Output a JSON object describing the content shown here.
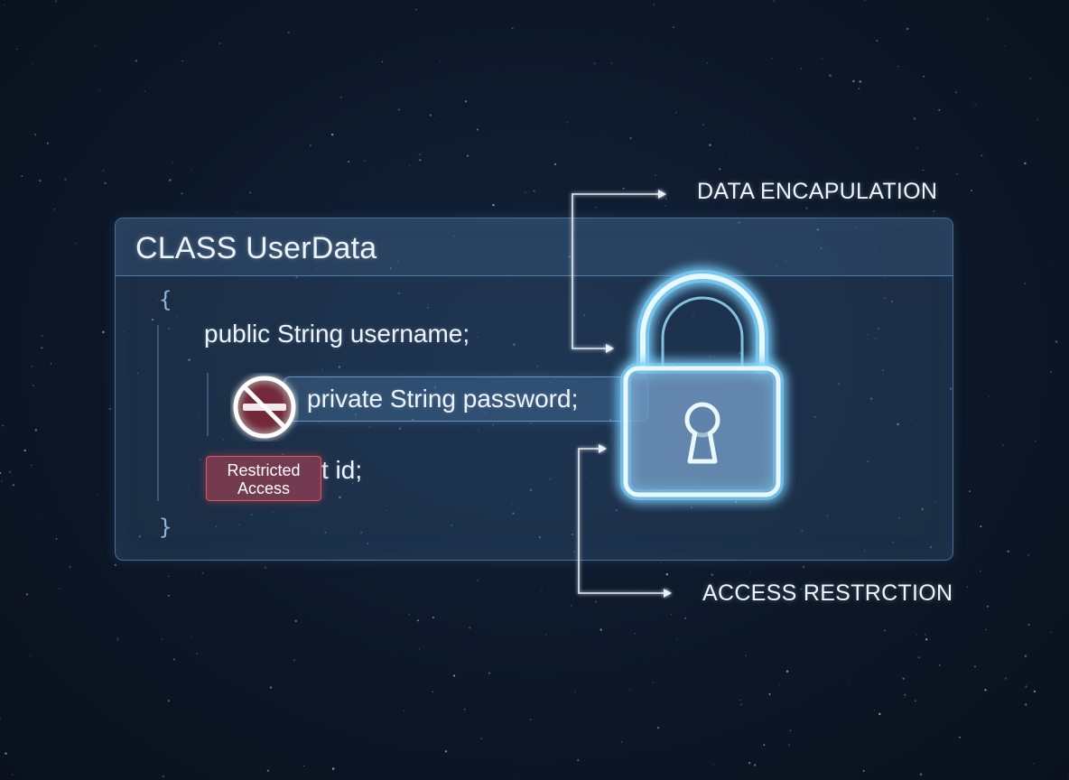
{
  "panel": {
    "title": "CLASS UserData",
    "open_brace": "{",
    "close_brace": "}",
    "lines": {
      "public_field": "public String username;",
      "private_field": "private String password;",
      "partial_field": "t id;"
    },
    "badge": {
      "line1": "Restricted",
      "line2": "Access"
    }
  },
  "annotations": {
    "top": "DATA ENCAPULATION",
    "bottom": "ACCESS RESTRCTION"
  },
  "colors": {
    "background": "#0c1422",
    "accent": "#7fd4ff",
    "restricted": "#e0565f"
  },
  "icons": {
    "lock": "padlock-icon",
    "prohibited": "no-entry-icon"
  }
}
